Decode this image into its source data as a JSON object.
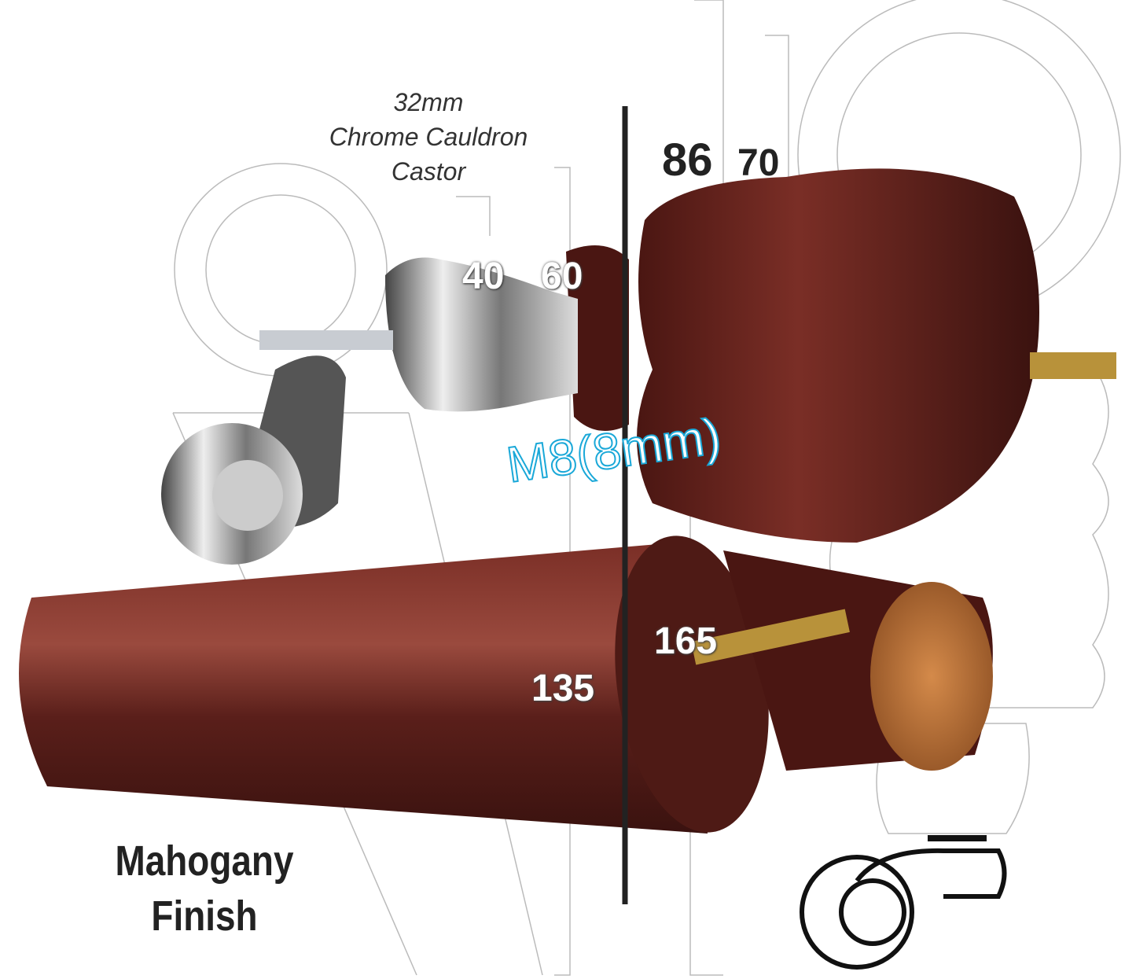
{
  "castor_label": {
    "size": "32mm",
    "line1": "Chrome Cauldron",
    "line2": "Castor"
  },
  "dimensions": {
    "castor_height_a": "40",
    "castor_height_b": "60",
    "bun_height": "86",
    "bun_diameter": "70",
    "bun_leg_length": "165",
    "tapered_leg_length": "135"
  },
  "thread": "M8(8mm)",
  "finish": {
    "line1": "Mahogany",
    "line2": "Finish"
  },
  "colors": {
    "mahogany": "#5a1f1a",
    "chrome": "#b8bcc4",
    "brass": "#b8923a",
    "thread_text": "#1aa8d8",
    "divider": "#222222"
  }
}
